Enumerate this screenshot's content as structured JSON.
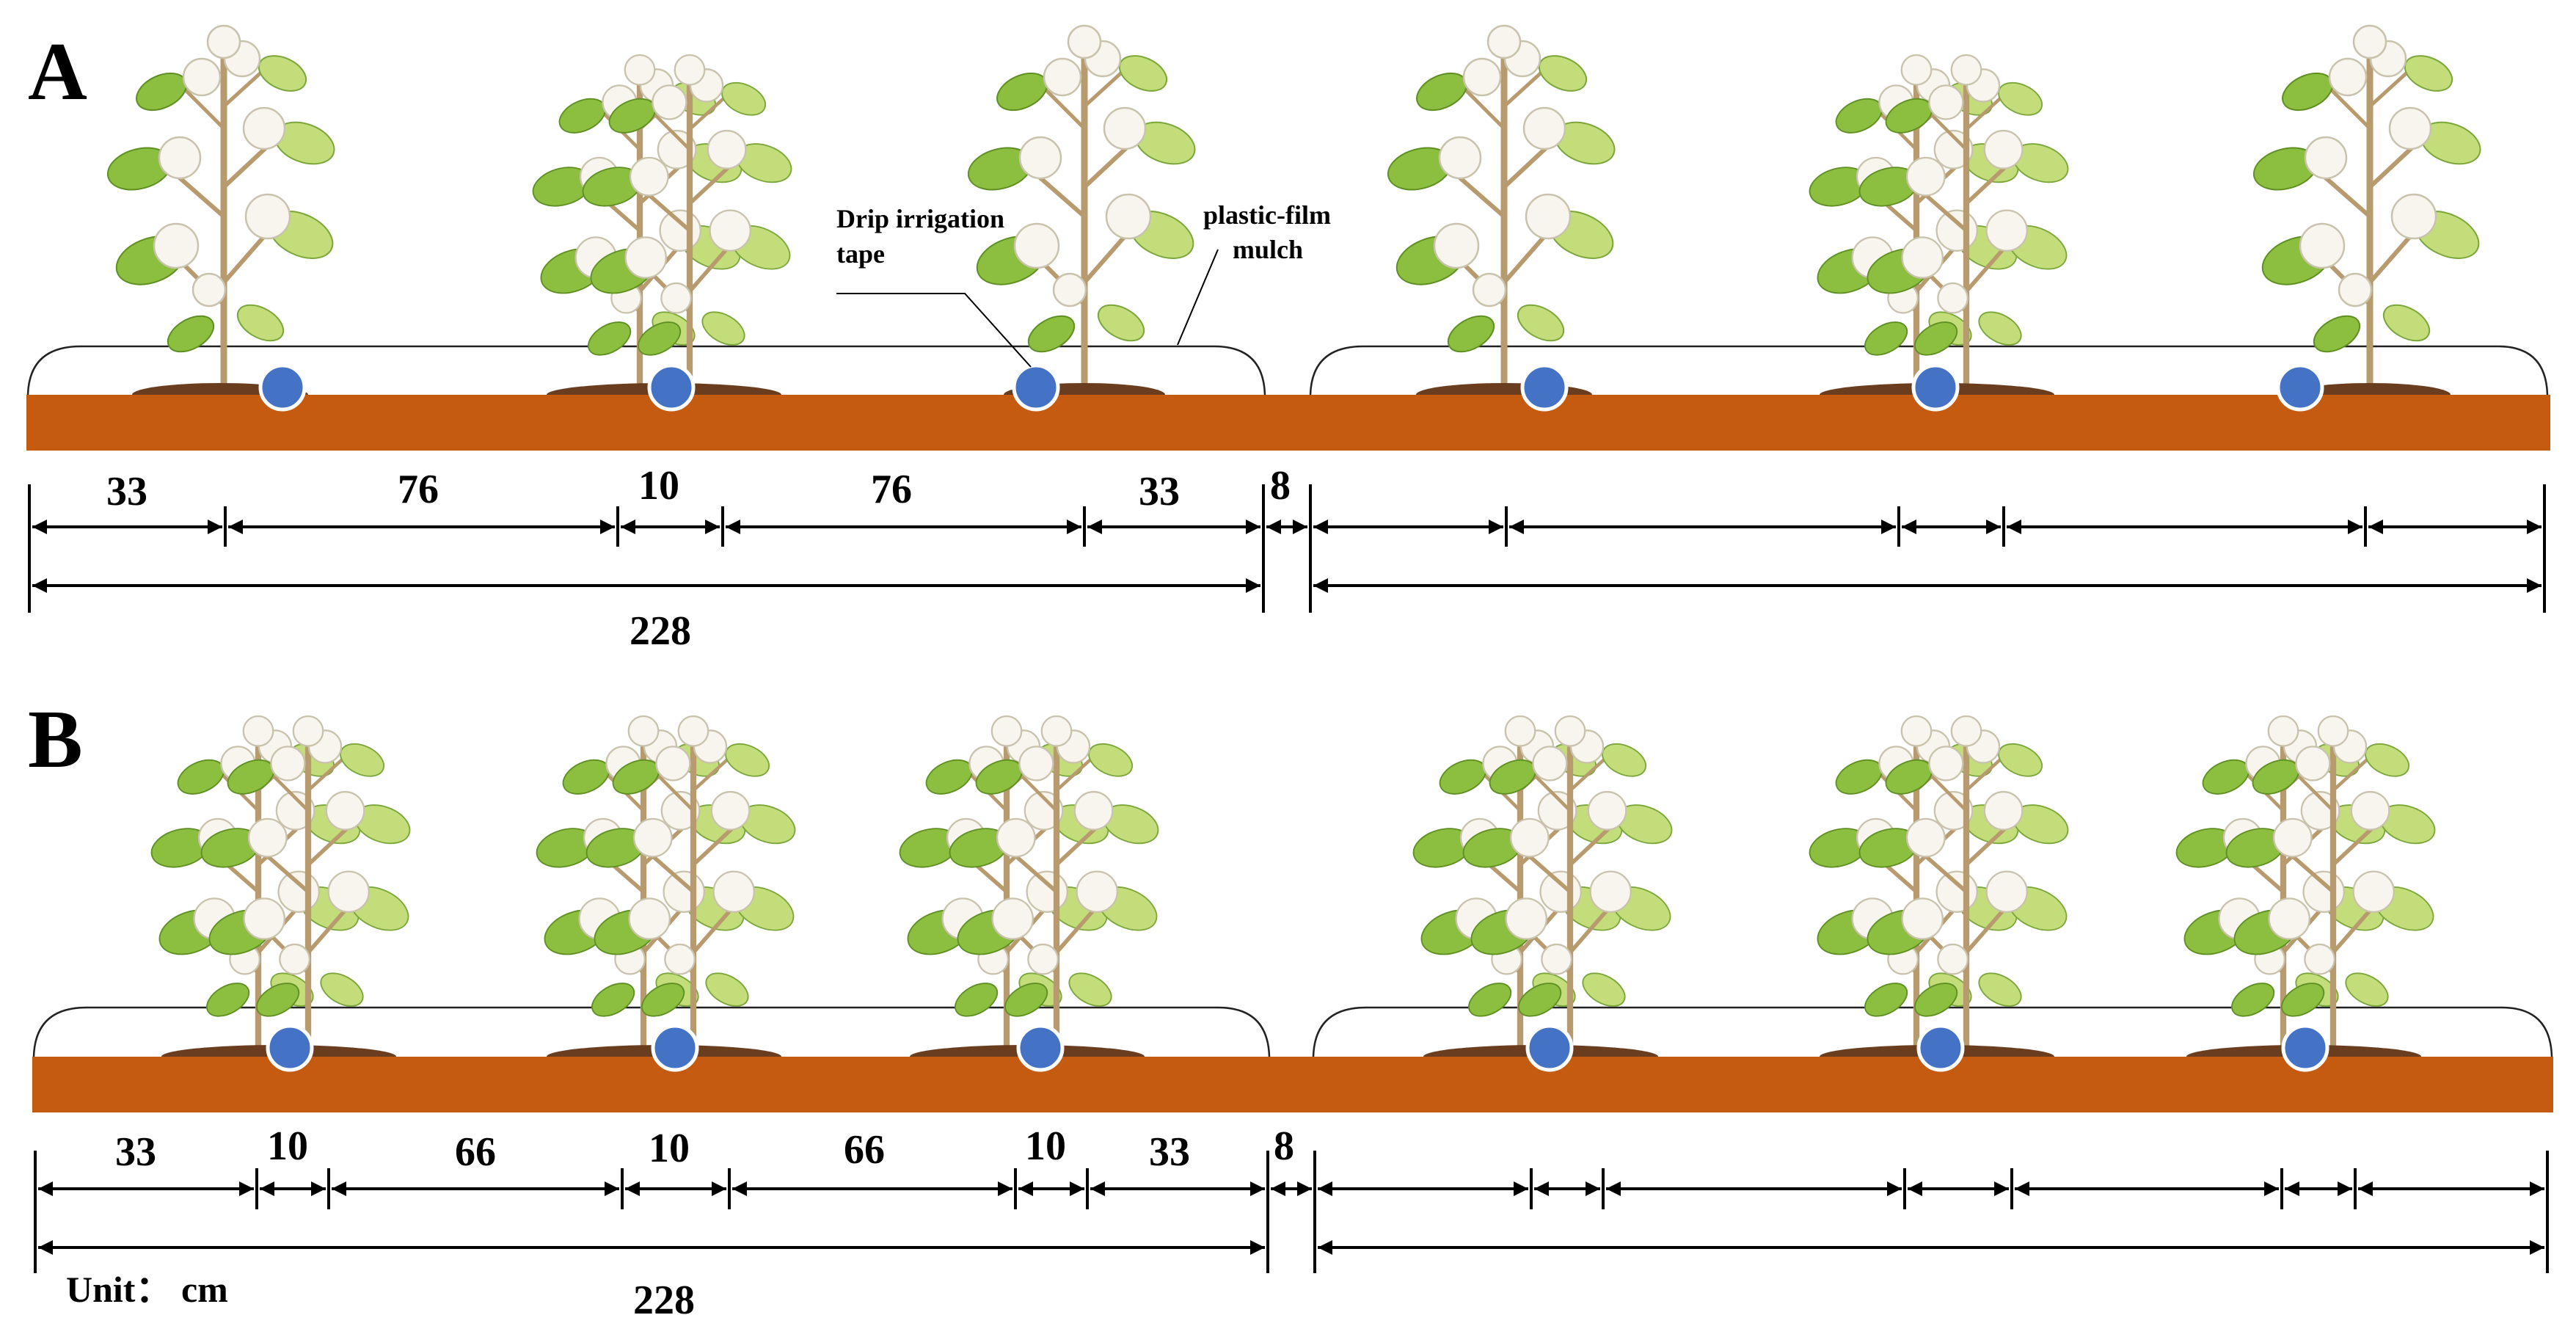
{
  "panels": [
    {
      "id": "A",
      "label": "A",
      "row_spacings_cm": [
        "33",
        "76",
        "10",
        "76",
        "33"
      ],
      "bed_gap_cm": "8",
      "bed_total_cm": "228",
      "tape_count_per_bed": 3,
      "plants_per_bed": 3,
      "callouts": {
        "drip_tape_line1": "Drip irrigation",
        "drip_tape_line2": "tape",
        "mulch_line1": "plastic-film",
        "mulch_line2": "mulch"
      }
    },
    {
      "id": "B",
      "label": "B",
      "row_spacings_cm": [
        "33",
        "10",
        "66",
        "10",
        "66",
        "10",
        "33"
      ],
      "bed_gap_cm": "8",
      "bed_total_cm": "228",
      "tape_count_per_bed": 3,
      "plants_per_bed": 3
    }
  ],
  "unit_label": "Unit： cm",
  "colors": {
    "soil": "#c55a11",
    "drip_tape": "#4472c4",
    "leaf": "#8cbf3f",
    "boll": "#f7f5ee"
  }
}
